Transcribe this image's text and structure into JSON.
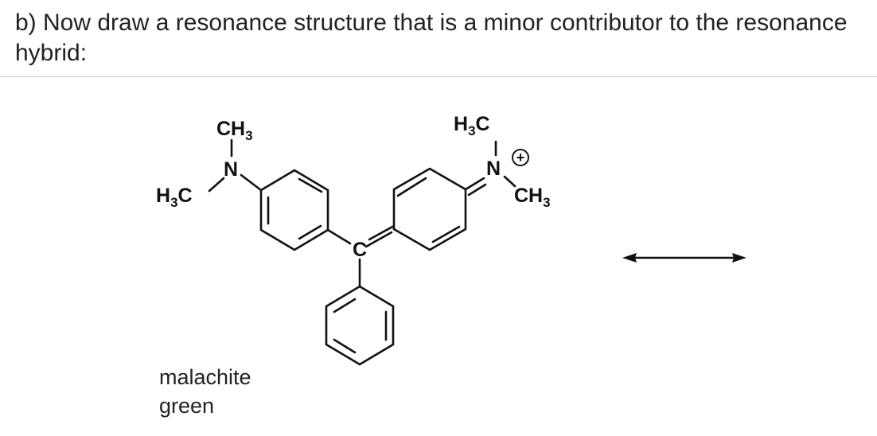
{
  "question": {
    "text": "b) Now draw a resonance structure that is a minor contributor to the resonance hybrid:"
  },
  "molecule": {
    "caption_line1": "malachite",
    "caption_line2": "green",
    "left_amine": {
      "methyl_top": "CH",
      "methyl_top_sub": "3",
      "methyl_left_prefix": "H",
      "methyl_left_sub": "3",
      "methyl_left_suffix": "C",
      "nitrogen": "N"
    },
    "right_iminium": {
      "methyl_top_prefix": "H",
      "methyl_top_sub": "3",
      "methyl_top_suffix": "C",
      "nitrogen": "N",
      "charge": "+",
      "methyl_right": "CH",
      "methyl_right_sub": "3"
    },
    "central_carbon": "C"
  },
  "arrow": {
    "type": "resonance double-headed arrow"
  }
}
